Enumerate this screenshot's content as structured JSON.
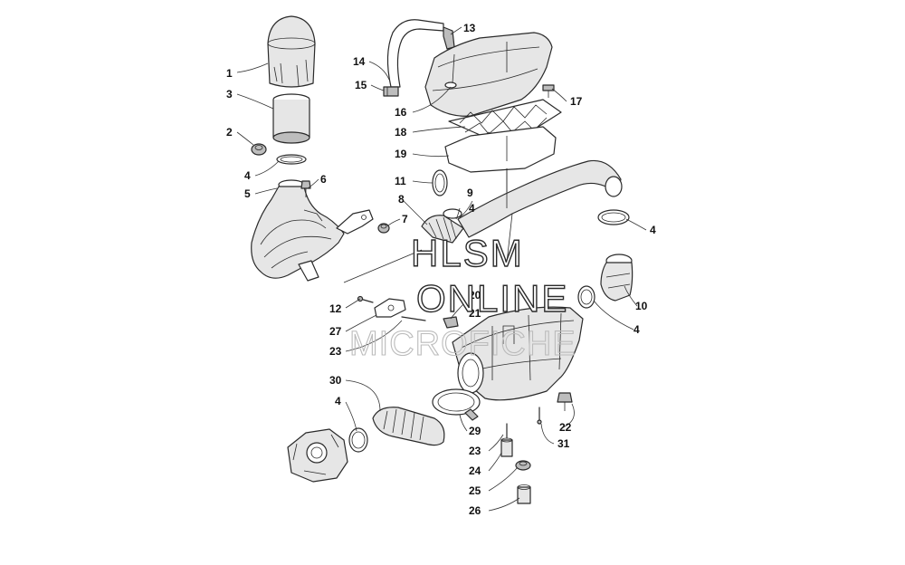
{
  "diagram": {
    "callouts": [
      "1",
      "2",
      "3",
      "4",
      "5",
      "6",
      "7",
      "8",
      "9",
      "10",
      "11",
      "12",
      "13",
      "14",
      "15",
      "16",
      "17",
      "18",
      "19",
      "20",
      "21",
      "22",
      "23",
      "24",
      "25",
      "26",
      "27",
      "29",
      "30",
      "31"
    ],
    "labels": {
      "l1": "1",
      "l3": "3",
      "l2": "2",
      "l4a": "4",
      "l5": "5",
      "l6": "6",
      "l7": "7",
      "l14": "14",
      "l13": "13",
      "l15": "15",
      "l16": "16",
      "l17": "17",
      "l18": "18",
      "l19": "19",
      "l11": "11",
      "l8": "8",
      "l9": "9",
      "l4b": "4",
      "l4c": "4",
      "l10": "10",
      "l4d": "4",
      "l12": "12",
      "l20": "20",
      "l21": "21",
      "l27": "27",
      "l23a": "23",
      "l30": "30",
      "l4e": "4",
      "l29": "29",
      "l23b": "23",
      "l22": "22",
      "l31": "31",
      "l24": "24",
      "l25": "25",
      "l26": "26"
    }
  },
  "watermark": {
    "line1": "HLSM",
    "line2": "ONLINE",
    "line3": "MICROFICHE"
  },
  "colors": {
    "line": "#2a2a2a",
    "part_fill": "#e6e6e6",
    "background": "#ffffff"
  }
}
